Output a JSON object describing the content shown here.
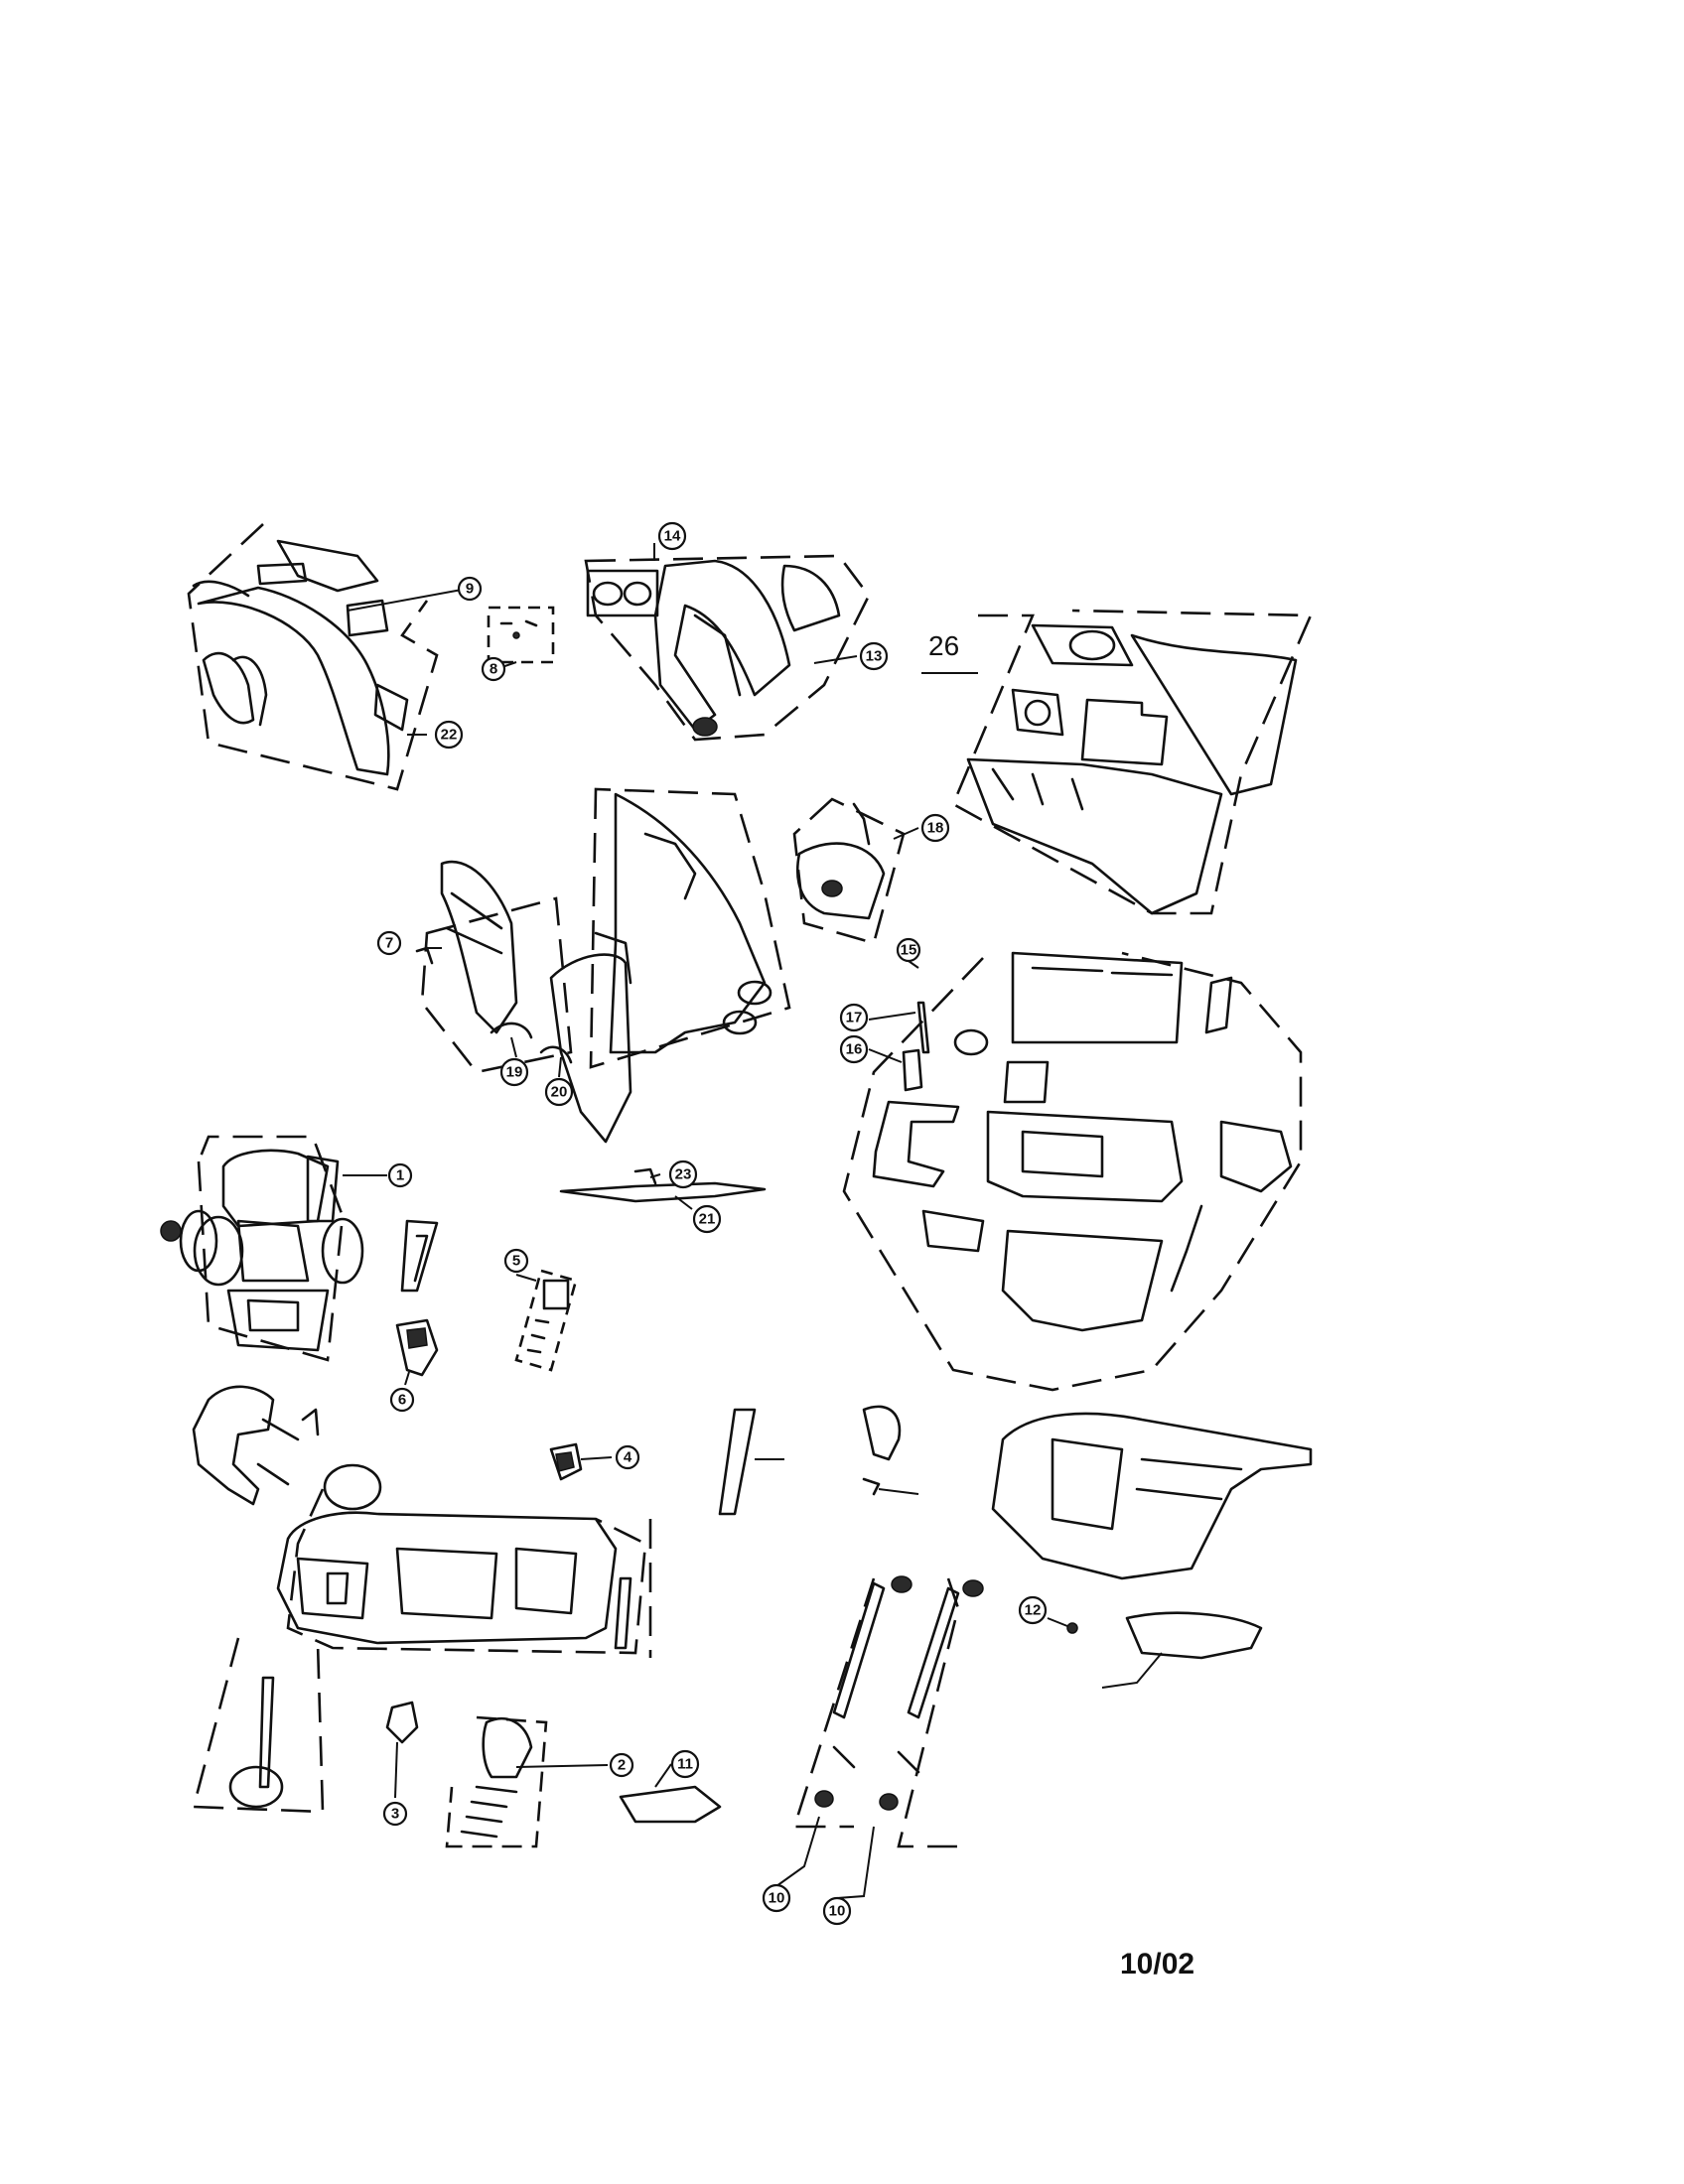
{
  "diagram": {
    "callouts": [
      {
        "id": "c14",
        "label": "14"
      },
      {
        "id": "c9",
        "label": "9"
      },
      {
        "id": "c8",
        "label": "8"
      },
      {
        "id": "c13",
        "label": "13"
      },
      {
        "id": "c22",
        "label": "22"
      },
      {
        "id": "c18",
        "label": "18"
      },
      {
        "id": "c7",
        "label": "7"
      },
      {
        "id": "c15",
        "label": "15"
      },
      {
        "id": "c17",
        "label": "17"
      },
      {
        "id": "c16",
        "label": "16"
      },
      {
        "id": "c19",
        "label": "19"
      },
      {
        "id": "c20",
        "label": "20"
      },
      {
        "id": "c1",
        "label": "1"
      },
      {
        "id": "c23",
        "label": "23"
      },
      {
        "id": "c21",
        "label": "21"
      },
      {
        "id": "c5",
        "label": "5"
      },
      {
        "id": "c6",
        "label": "6"
      },
      {
        "id": "c4",
        "label": "4"
      },
      {
        "id": "c12",
        "label": "12"
      },
      {
        "id": "c2",
        "label": "2"
      },
      {
        "id": "c11",
        "label": "11"
      },
      {
        "id": "c3",
        "label": "3"
      },
      {
        "id": "c10a",
        "label": "10"
      },
      {
        "id": "c10b",
        "label": "10"
      }
    ],
    "assembly_label": "26",
    "date_code": "10/02"
  }
}
